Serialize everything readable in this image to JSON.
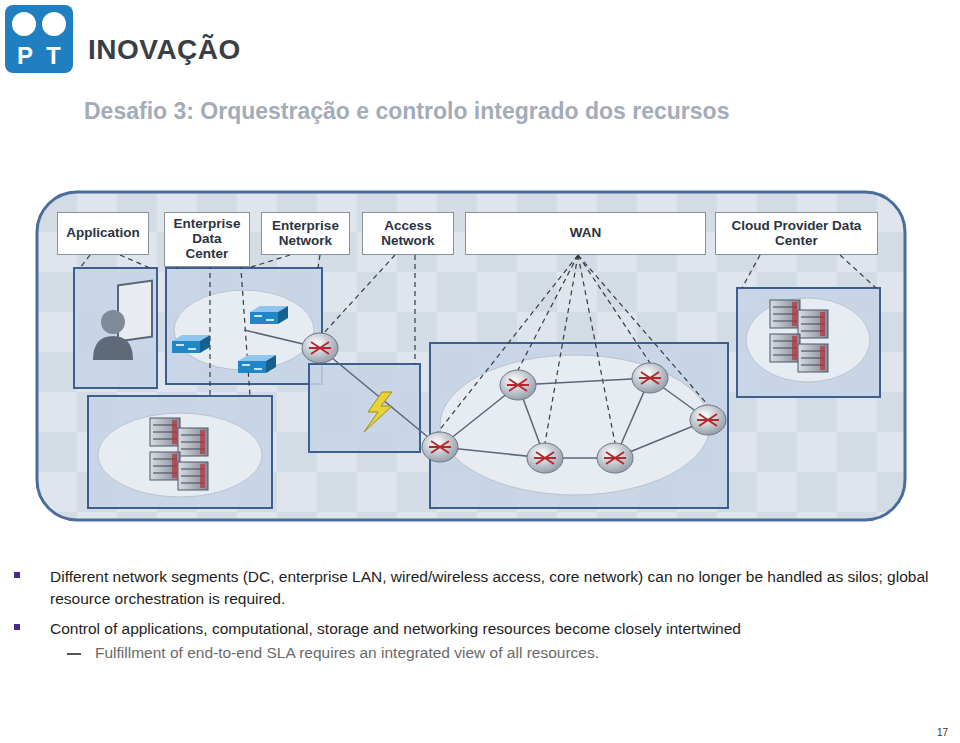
{
  "diagram": {
    "title": "Desafio 3: Orquestração e controlo integrado dos recursos",
    "nodes": [
      {
        "text": [
          "Application"
        ]
      },
      {
        "text": [
          "Enterprise Data Center"
        ]
      },
      {
        "text": [
          "Enterprise Network"
        ]
      },
      {
        "text": [
          "Access Network"
        ]
      },
      {
        "text": [
          "WAN"
        ]
      },
      {
        "text": [
          "Cloud Provider Data Center"
        ]
      }
    ],
    "labels": [
      "P",
      "T",
      "INOVAÇÃO",
      "Different network segments (DC, enterprise LAN, wired/wireless access, core network) can no longer be handled as silos; global resource orchestration is required.",
      "Control of applications, computational, storage and networking resources become closely intertwined",
      "Fulfillment of end-to-end SLA requires an integrated view of all resources.",
      "17"
    ]
  }
}
